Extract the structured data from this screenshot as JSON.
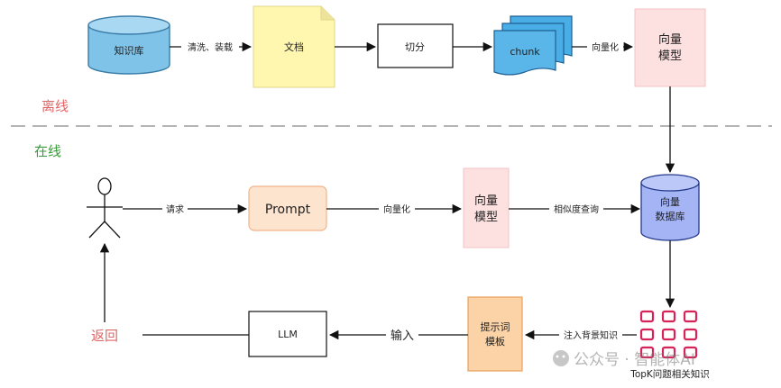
{
  "sections": {
    "offline": "离线",
    "online": "在线"
  },
  "nodes": {
    "kb": "知识库",
    "doc": "文档",
    "split": "切分",
    "chunk": "chunk",
    "vm_top_1": "向量",
    "vm_top_2": "模型",
    "prompt": "Prompt",
    "vm_mid_1": "向量",
    "vm_mid_2": "模型",
    "vdb_1": "向量",
    "vdb_2": "数据库",
    "tpl_1": "提示词",
    "tpl_2": "模板",
    "llm": "LLM",
    "ret": "返回",
    "topk": "TopK问题相关知识"
  },
  "edges": {
    "clean": "清洗、装载",
    "vec_top": "向量化",
    "req": "请求",
    "vec_mid": "向量化",
    "sim": "相似度查询",
    "inject": "注入背景知识",
    "input": "输入"
  },
  "watermark": "公众号 · 智能体AI",
  "colors": {
    "offline": "#e06666",
    "online": "#3a9a3a",
    "db_blue": "#7fc3e8",
    "db_vec": "#a4b4f5",
    "note_yellow": "#fff6b0",
    "pink": "#fde0e0",
    "peach": "#fde4cf",
    "orange": "#fbd3a7",
    "grid_red": "#d6245a"
  }
}
